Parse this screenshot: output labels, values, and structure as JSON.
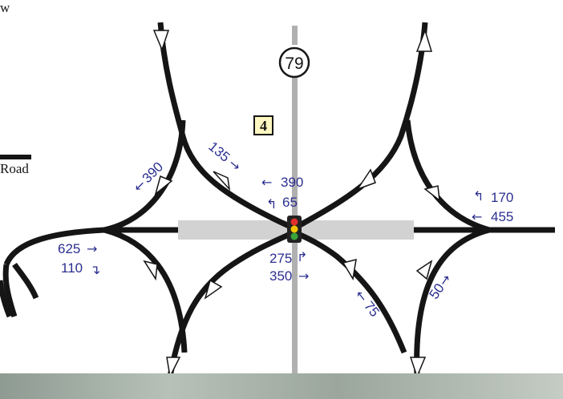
{
  "corner_text": "w",
  "road_label": "Road",
  "route_shield": "79",
  "zone_box": "4",
  "volumes": {
    "v390_top": "390",
    "v65": "65",
    "v135": "135",
    "v390_left": "390",
    "v625": "625",
    "v110": "110",
    "v275": "275",
    "v350": "350",
    "v75": "75",
    "v50": "50",
    "v170": "170",
    "v455": "455"
  },
  "colors": {
    "road": "#151515",
    "volume_label": "#2b2f8f",
    "bridge": "#d2d2d2",
    "vertical_road": "#b0b0b0",
    "zone_box_fill": "#fff7c2"
  }
}
